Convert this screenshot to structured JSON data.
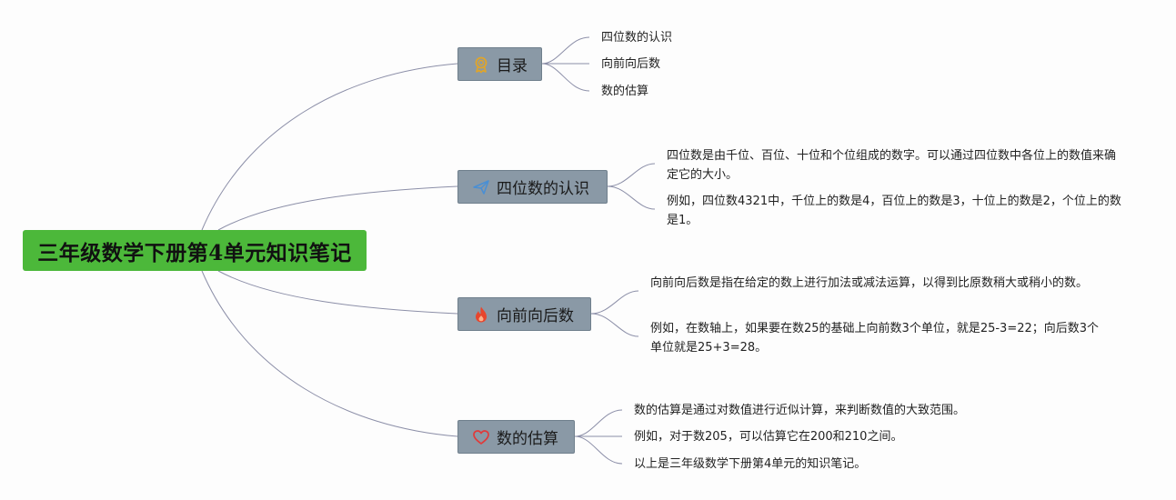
{
  "root": {
    "title": "三年级数学下册第4单元知识笔记"
  },
  "branches": [
    {
      "label": "目录",
      "icon": "medal-icon",
      "leaves": [
        "四位数的认识",
        "向前向后数",
        "数的估算"
      ]
    },
    {
      "label": "四位数的认识",
      "icon": "paper-plane-icon",
      "leaves": [
        "四位数是由千位、百位、十位和个位组成的数字。可以通过四位数中各位上的数值来确定它的大小。",
        "例如，四位数4321中，千位上的数是4，百位上的数是3，十位上的数是2，个位上的数是1。"
      ]
    },
    {
      "label": "向前向后数",
      "icon": "fire-icon",
      "leaves": [
        "向前向后数是指在给定的数上进行加法或减法运算，以得到比原数稍大或稍小的数。",
        "例如，在数轴上，如果要在数25的基础上向前数3个单位，就是25-3=22；向后数3个单位就是25+3=28。"
      ]
    },
    {
      "label": "数的估算",
      "icon": "heart-icon",
      "leaves": [
        "数的估算是通过对数值进行近似计算，来判断数值的大致范围。",
        "例如，对于数205，可以估算它在200和210之间。",
        "以上是三年级数学下册第4单元的知识笔记。"
      ]
    }
  ],
  "colors": {
    "root_bg": "#4cb83a",
    "branch_bg": "#8a99a6",
    "line": "#8c8fa8",
    "medal": "#e0a52a",
    "plane": "#4a8fd4",
    "fire": "#e8452c",
    "heart": "#e03a3a"
  }
}
